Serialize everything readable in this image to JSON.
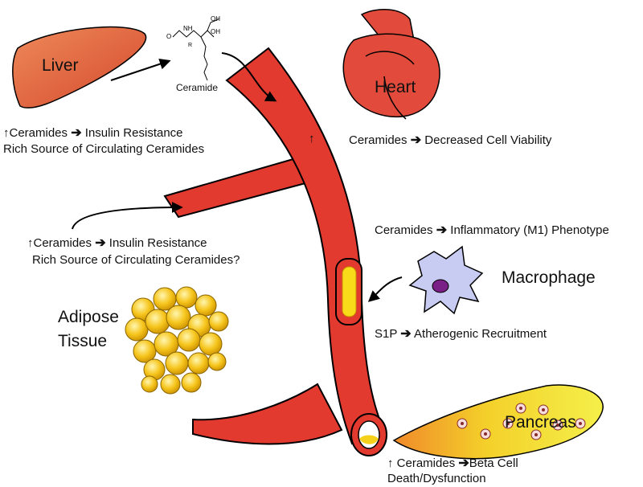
{
  "organs": {
    "liver": "Liver",
    "heart": "Heart",
    "adipose": "Adipose\nTissue",
    "macrophage": "Macrophage",
    "pancreas": "Pancreas"
  },
  "molecule": {
    "label": "Ceramide",
    "atoms": [
      "O",
      "NH",
      "OH",
      "OH",
      "R"
    ]
  },
  "symbols": {
    "up": "↑",
    "right": "➔"
  },
  "annotations": {
    "liver": {
      "line1_a": "Ceramides",
      "line1_b": "Insulin Resistance",
      "line2": "Rich Source of Circulating Ceramides"
    },
    "heart": {
      "a": "Ceramides",
      "b": "Decreased Cell Viability"
    },
    "adipose": {
      "line1_a": "Ceramides",
      "line1_b": "Insulin Resistance",
      "line2": "Rich Source of Circulating Ceramides?"
    },
    "macrophage_top": {
      "a": "Ceramides",
      "b": "Inflammatory (M1) Phenotype"
    },
    "macrophage_bottom": {
      "a": "S1P",
      "b": "Atherogenic Recruitment"
    },
    "pancreas": {
      "line1_a": "Ceramides",
      "line1_b": "Beta Cell",
      "line2": "Death/Dysfunction"
    }
  },
  "colors": {
    "vessel": "#e33a2f",
    "liver": "#e0673f",
    "heart": "#e24b3b",
    "fat": "#f6c51c",
    "macrophage": "#c9ccf2",
    "nucleus": "#7a1f86",
    "pancreas": "#f0e030"
  }
}
